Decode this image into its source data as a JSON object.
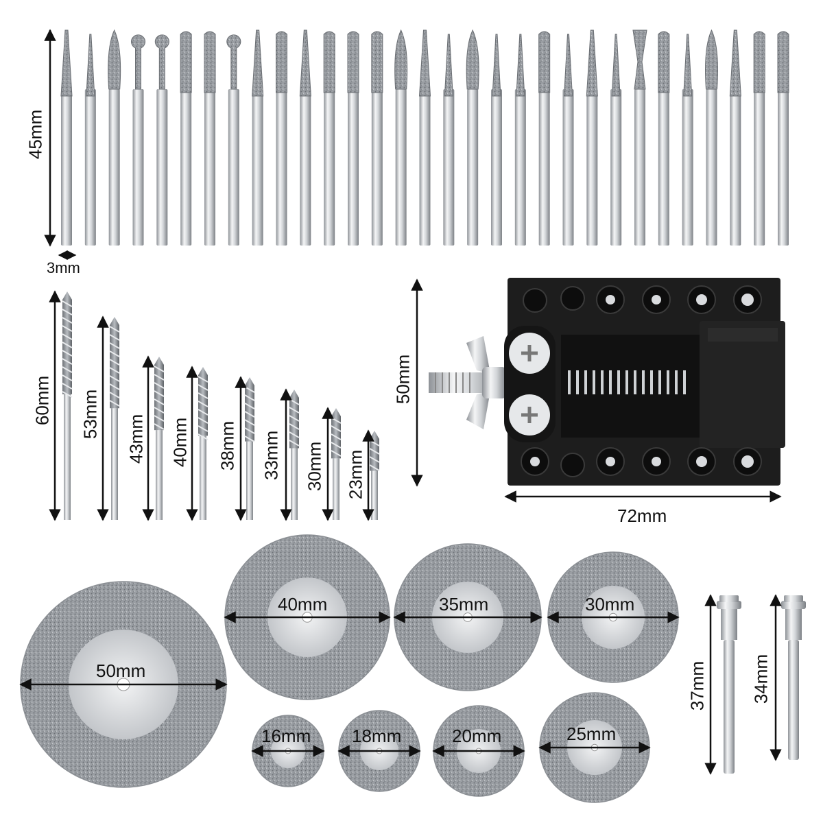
{
  "burrs": {
    "count": 31,
    "length_label": "45mm",
    "shank_label": "3mm"
  },
  "drill_bits": [
    {
      "label": "60mm"
    },
    {
      "label": "53mm"
    },
    {
      "label": "43mm"
    },
    {
      "label": "40mm"
    },
    {
      "label": "38mm"
    },
    {
      "label": "33mm"
    },
    {
      "label": "30mm"
    },
    {
      "label": "23mm"
    }
  ],
  "stand": {
    "height_label": "50mm",
    "width_label": "72mm"
  },
  "discs": [
    {
      "label": "50mm"
    },
    {
      "label": "40mm"
    },
    {
      "label": "35mm"
    },
    {
      "label": "30mm"
    },
    {
      "label": "16mm"
    },
    {
      "label": "18mm"
    },
    {
      "label": "20mm"
    },
    {
      "label": "25mm"
    }
  ],
  "mandrels": [
    {
      "label": "37mm"
    },
    {
      "label": "34mm"
    }
  ],
  "colors": {
    "metal": "#c9ccd0",
    "stand": "#1d1d1d",
    "arrow": "#111111"
  }
}
